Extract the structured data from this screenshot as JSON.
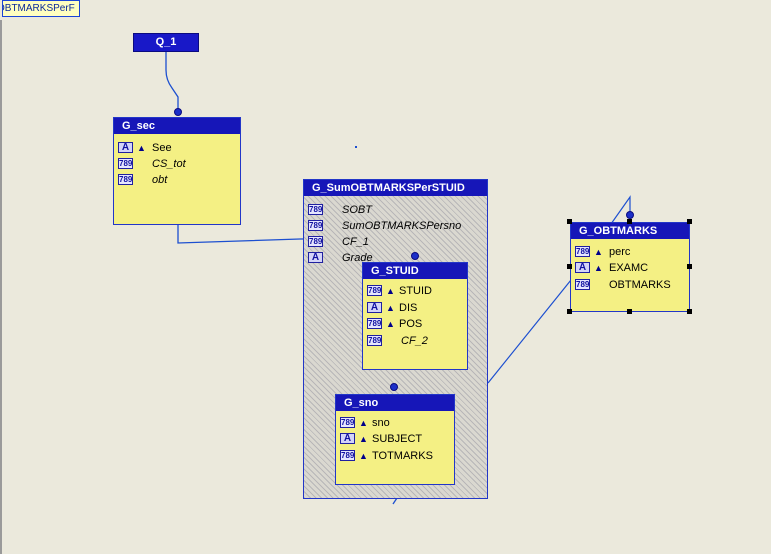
{
  "tab": {
    "label": "OBTMARKSPerF"
  },
  "query": {
    "label": "Q_1"
  },
  "groups": {
    "g_sec": {
      "title": "G_sec",
      "items": [
        {
          "icon": "A",
          "name": "See"
        },
        {
          "icon": "789",
          "name": "CS_tot"
        },
        {
          "icon": "789",
          "name": "obt"
        }
      ]
    },
    "g_sum": {
      "title": "G_SumOBTMARKSPerSTUID",
      "items": [
        {
          "icon": "789",
          "name": "SOBT"
        },
        {
          "icon": "789",
          "name": "SumOBTMARKSPersno"
        },
        {
          "icon": "789",
          "name": "CF_1"
        },
        {
          "icon": "A",
          "name": "Grade"
        }
      ]
    },
    "g_stuid": {
      "title": "G_STUID",
      "items": [
        {
          "icon": "789",
          "name": "STUID"
        },
        {
          "icon": "A",
          "name": "DIS"
        },
        {
          "icon": "789",
          "name": "POS"
        },
        {
          "icon": "789",
          "name": "CF_2"
        }
      ]
    },
    "g_sno": {
      "title": "G_sno",
      "items": [
        {
          "icon": "789",
          "name": "sno"
        },
        {
          "icon": "A",
          "name": "SUBJECT"
        },
        {
          "icon": "789",
          "name": "TOTMARKS"
        }
      ]
    },
    "g_obtmarks": {
      "title": "G_OBTMARKS",
      "items": [
        {
          "icon": "789",
          "name": "perc"
        },
        {
          "icon": "A",
          "name": "EXAMC"
        },
        {
          "icon": "789",
          "name": "OBTMARKS"
        }
      ]
    }
  },
  "colors": {
    "group_title": "#1616b8",
    "group_body": "#f4f084",
    "wire": "#1c4fd0"
  }
}
